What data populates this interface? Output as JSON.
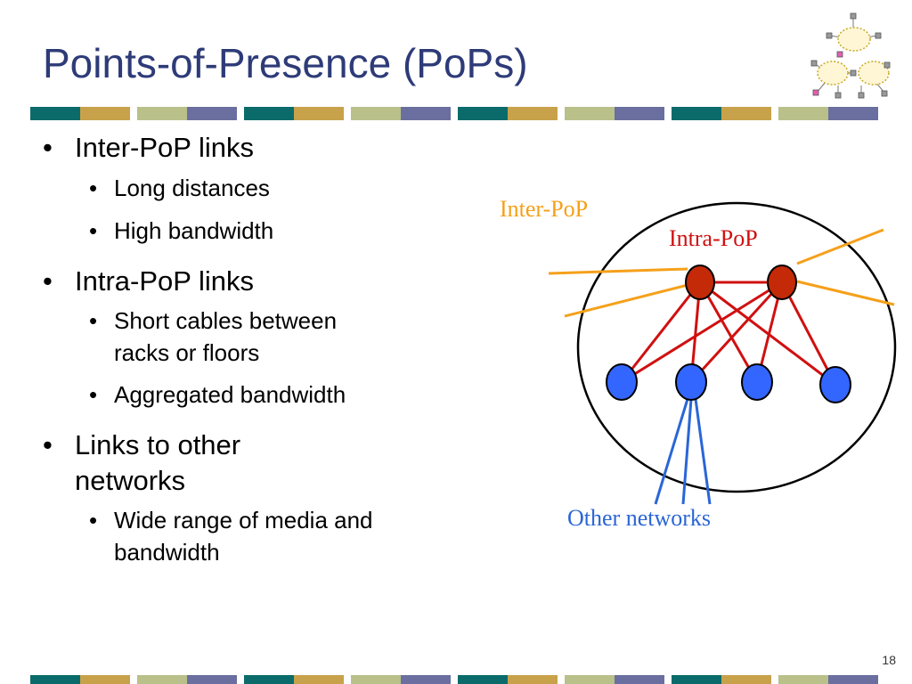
{
  "slide": {
    "title": "Points-of-Presence (PoPs)",
    "page_number": "18"
  },
  "bullets": [
    {
      "text": "Inter-PoP links",
      "sub": [
        "Long distances",
        "High bandwidth"
      ]
    },
    {
      "text": "Intra-PoP links",
      "sub": [
        "Short cables between racks or floors",
        "Aggregated bandwidth"
      ]
    },
    {
      "text": "Links to other networks",
      "sub": [
        "Wide range of media and bandwidth"
      ]
    }
  ],
  "bullet_glyph": "•",
  "diagram": {
    "labels": {
      "inter_pop": "Inter-PoP",
      "intra_pop": "Intra-PoP",
      "other_networks": "Other networks"
    }
  },
  "colors": {
    "title": "#2e3b78",
    "inter_pop": "#f5a01a",
    "intra_pop": "#d01010",
    "other_networks": "#2a66d6",
    "router_fill": "#c42a08",
    "host_fill": "#3366ff",
    "stripe_teal": "#0b6b6b",
    "stripe_gold": "#c8a24a",
    "stripe_sage": "#b9c08a",
    "stripe_slate": "#6a6fa0"
  }
}
